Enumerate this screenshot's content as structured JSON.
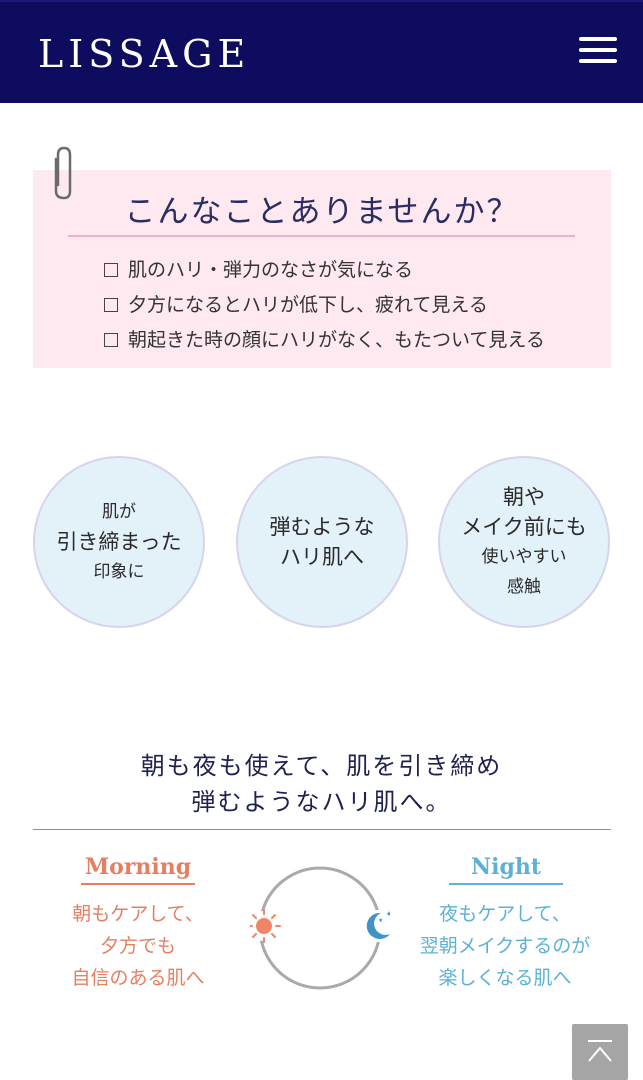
{
  "header": {
    "logo": "LISSAGE"
  },
  "concerns": {
    "title": "こんなことありませんか？",
    "items": [
      "肌のハリ・弾力のなさが気になる",
      "夕方になるとハリが低下し、疲れて見える",
      "朝起きた時の顔にハリがなく、もたついて見える"
    ]
  },
  "benefits": [
    {
      "lines": [
        "肌が",
        "引き締まった",
        "印象に"
      ]
    },
    {
      "lines": [
        "弾むような",
        "ハリ肌へ"
      ]
    },
    {
      "lines": [
        "朝や",
        "メイク前にも",
        "使いやすい",
        "感触"
      ]
    }
  ],
  "tagline": {
    "line1": "朝も夜も使えて、肌を引き締め",
    "line2": "弾むようなハリ肌へ。"
  },
  "morning": {
    "title": "Morning",
    "lines": [
      "朝もケアして、",
      "夕方でも",
      "自信のある肌へ"
    ],
    "color": "#e57f62",
    "icon": "sun-icon"
  },
  "night": {
    "title": "Night",
    "lines": [
      "夜もケアして、",
      "翌朝メイクするのが",
      "楽しくなる肌へ"
    ],
    "color": "#5db1d6",
    "icon": "moon-icon"
  },
  "icons": {
    "menu": "hamburger-menu-icon",
    "back_to_top": "chevron-up-icon"
  },
  "colors": {
    "header_bg": "#0d0c5e",
    "card_bg": "#fde9ef",
    "circle_bg": "#e3f1f8"
  }
}
